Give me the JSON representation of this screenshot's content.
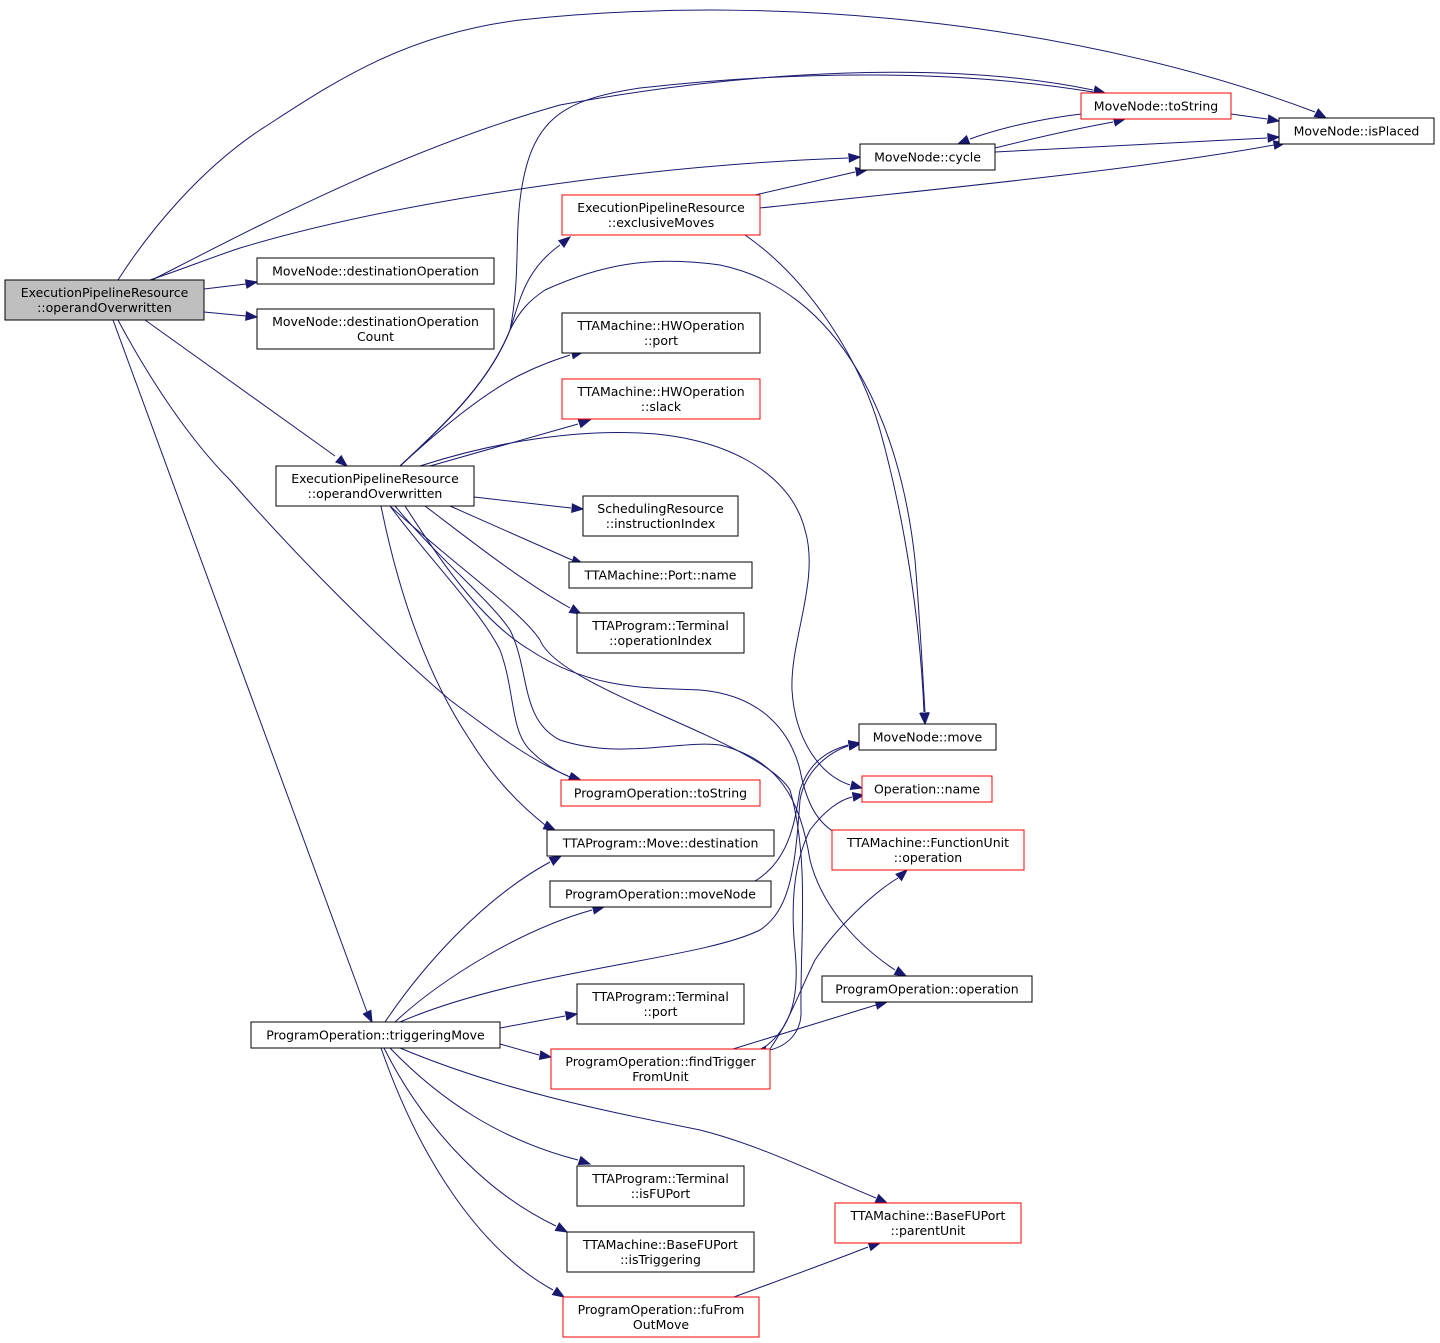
{
  "colors": {
    "edge": "#191970",
    "node_border_default": "#000000",
    "node_border_link": "#ff0000",
    "node_fill_default": "#ffffff",
    "node_fill_root": "#bfbfbf",
    "text": "#000000"
  },
  "nodes": [
    {
      "id": "n_root",
      "kind": "root",
      "lines": [
        "ExecutionPipelineResource",
        "::operandOverwritten"
      ]
    },
    {
      "id": "n_destop",
      "kind": "default",
      "lines": [
        "MoveNode::destinationOperation"
      ]
    },
    {
      "id": "n_destopcount",
      "kind": "default",
      "lines": [
        "MoveNode::destinationOperation",
        "Count"
      ]
    },
    {
      "id": "n_epr_opov",
      "kind": "default",
      "lines": [
        "ExecutionPipelineResource",
        "::operandOverwritten"
      ]
    },
    {
      "id": "n_tostring_mn",
      "kind": "link",
      "lines": [
        "MoveNode::toString"
      ]
    },
    {
      "id": "n_isplaced",
      "kind": "default",
      "lines": [
        "MoveNode::isPlaced"
      ]
    },
    {
      "id": "n_cycle",
      "kind": "default",
      "lines": [
        "MoveNode::cycle"
      ]
    },
    {
      "id": "n_exclusive",
      "kind": "link",
      "lines": [
        "ExecutionPipelineResource",
        "::exclusiveMoves"
      ]
    },
    {
      "id": "n_hwop_port",
      "kind": "default",
      "lines": [
        "TTAMachine::HWOperation",
        "::port"
      ]
    },
    {
      "id": "n_hwop_slack",
      "kind": "link",
      "lines": [
        "TTAMachine::HWOperation",
        "::slack"
      ]
    },
    {
      "id": "n_sched_instr",
      "kind": "default",
      "lines": [
        "SchedulingResource",
        "::instructionIndex"
      ]
    },
    {
      "id": "n_port_name",
      "kind": "default",
      "lines": [
        "TTAMachine::Port::name"
      ]
    },
    {
      "id": "n_term_opindex",
      "kind": "default",
      "lines": [
        "TTAProgram::Terminal",
        "::operationIndex"
      ]
    },
    {
      "id": "n_mn_move",
      "kind": "default",
      "lines": [
        "MoveNode::move"
      ]
    },
    {
      "id": "n_op_name",
      "kind": "link",
      "lines": [
        "Operation::name"
      ]
    },
    {
      "id": "n_po_tostring",
      "kind": "link",
      "lines": [
        "ProgramOperation::toString"
      ]
    },
    {
      "id": "n_fu_operation",
      "kind": "link",
      "lines": [
        "TTAMachine::FunctionUnit",
        "::operation"
      ]
    },
    {
      "id": "n_move_dest",
      "kind": "default",
      "lines": [
        "TTAProgram::Move::destination"
      ]
    },
    {
      "id": "n_po_movenode",
      "kind": "default",
      "lines": [
        "ProgramOperation::moveNode"
      ]
    },
    {
      "id": "n_po_operation",
      "kind": "default",
      "lines": [
        "ProgramOperation::operation"
      ]
    },
    {
      "id": "n_term_port",
      "kind": "default",
      "lines": [
        "TTAProgram::Terminal",
        "::port"
      ]
    },
    {
      "id": "n_po_trigmove",
      "kind": "default",
      "lines": [
        "ProgramOperation::triggeringMove"
      ]
    },
    {
      "id": "n_po_findtrig",
      "kind": "link",
      "lines": [
        "ProgramOperation::findTrigger",
        "FromUnit"
      ]
    },
    {
      "id": "n_term_isfu",
      "kind": "default",
      "lines": [
        "TTAProgram::Terminal",
        "::isFUPort"
      ]
    },
    {
      "id": "n_basefu_parent",
      "kind": "link",
      "lines": [
        "TTAMachine::BaseFUPort",
        "::parentUnit"
      ]
    },
    {
      "id": "n_basefu_trig",
      "kind": "default",
      "lines": [
        "TTAMachine::BaseFUPort",
        "::isTriggering"
      ]
    },
    {
      "id": "n_po_fufrom",
      "kind": "link",
      "lines": [
        "ProgramOperation::fuFrom",
        "OutMove"
      ]
    }
  ],
  "edges": [
    {
      "from": "n_root",
      "to": "n_destop"
    },
    {
      "from": "n_root",
      "to": "n_destopcount"
    },
    {
      "from": "n_root",
      "to": "n_epr_opov"
    },
    {
      "from": "n_root",
      "to": "n_tostring_mn"
    },
    {
      "from": "n_root",
      "to": "n_isplaced"
    },
    {
      "from": "n_root",
      "to": "n_cycle"
    },
    {
      "from": "n_root",
      "to": "n_po_tostring"
    },
    {
      "from": "n_root",
      "to": "n_po_trigmove"
    },
    {
      "from": "n_tostring_mn",
      "to": "n_isplaced"
    },
    {
      "from": "n_tostring_mn",
      "to": "n_cycle"
    },
    {
      "from": "n_cycle",
      "to": "n_tostring_mn"
    },
    {
      "from": "n_cycle",
      "to": "n_isplaced"
    },
    {
      "from": "n_exclusive",
      "to": "n_cycle"
    },
    {
      "from": "n_exclusive",
      "to": "n_isplaced"
    },
    {
      "from": "n_exclusive",
      "to": "n_mn_move"
    },
    {
      "from": "n_epr_opov",
      "to": "n_tostring_mn"
    },
    {
      "from": "n_epr_opov",
      "to": "n_exclusive"
    },
    {
      "from": "n_epr_opov",
      "to": "n_mn_move"
    },
    {
      "from": "n_epr_opov",
      "to": "n_hwop_port"
    },
    {
      "from": "n_epr_opov",
      "to": "n_hwop_slack"
    },
    {
      "from": "n_epr_opov",
      "to": "n_op_name"
    },
    {
      "from": "n_epr_opov",
      "to": "n_sched_instr"
    },
    {
      "from": "n_epr_opov",
      "to": "n_port_name"
    },
    {
      "from": "n_epr_opov",
      "to": "n_term_opindex"
    },
    {
      "from": "n_epr_opov",
      "to": "n_fu_operation"
    },
    {
      "from": "n_epr_opov",
      "to": "n_po_operation"
    },
    {
      "from": "n_epr_opov",
      "to": "n_po_tostring"
    },
    {
      "from": "n_epr_opov",
      "to": "n_move_dest"
    },
    {
      "from": "n_epr_opov",
      "to": "n_po_trigmove"
    },
    {
      "from": "n_po_movenode",
      "to": "n_mn_move"
    },
    {
      "from": "n_po_trigmove",
      "to": "n_move_dest"
    },
    {
      "from": "n_po_trigmove",
      "to": "n_po_movenode"
    },
    {
      "from": "n_po_trigmove",
      "to": "n_mn_move"
    },
    {
      "from": "n_po_trigmove",
      "to": "n_term_port"
    },
    {
      "from": "n_po_trigmove",
      "to": "n_po_findtrig"
    },
    {
      "from": "n_po_trigmove",
      "to": "n_term_isfu"
    },
    {
      "from": "n_po_trigmove",
      "to": "n_basefu_parent"
    },
    {
      "from": "n_po_trigmove",
      "to": "n_basefu_trig"
    },
    {
      "from": "n_po_trigmove",
      "to": "n_po_fufrom"
    },
    {
      "from": "n_po_findtrig",
      "to": "n_op_name"
    },
    {
      "from": "n_po_findtrig",
      "to": "n_fu_operation"
    },
    {
      "from": "n_po_findtrig",
      "to": "n_po_operation"
    },
    {
      "from": "n_po_fufrom",
      "to": "n_basefu_parent"
    }
  ]
}
